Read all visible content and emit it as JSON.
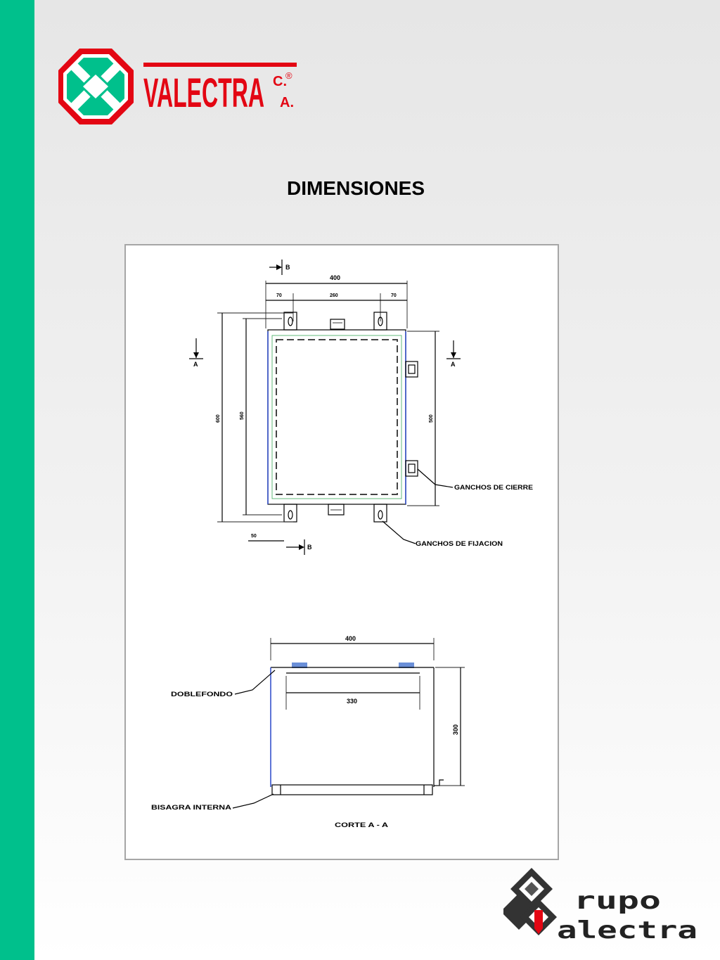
{
  "brand": {
    "name": "VALECTRA",
    "suffix_c": "C.",
    "suffix_a": "A.",
    "registered": "®",
    "red": "#e30613",
    "green": "#00c08c"
  },
  "title": "DIMENSIONES",
  "drawing": {
    "dims": {
      "total_width": "400",
      "left_offset": "70",
      "center_span": "260",
      "right_offset": "70",
      "total_height": "600",
      "inner_height": "560",
      "right_height": "500",
      "bottom_offset": "50",
      "section_width": "400",
      "inner_width": "330",
      "section_height": "300"
    },
    "section_marks": {
      "b": "B",
      "a": "A"
    },
    "labels": {
      "ganchos_cierre": "GANCHOS DE CIERRE",
      "ganchos_fijacion": "GANCHOS DE FIJACION",
      "doblefondo": "DOBLEFONDO",
      "bisagra": "BISAGRA INTERNA",
      "corte": "CORTE A - A"
    }
  },
  "group_logo": {
    "line1": "rupo",
    "line2": "alectra"
  }
}
